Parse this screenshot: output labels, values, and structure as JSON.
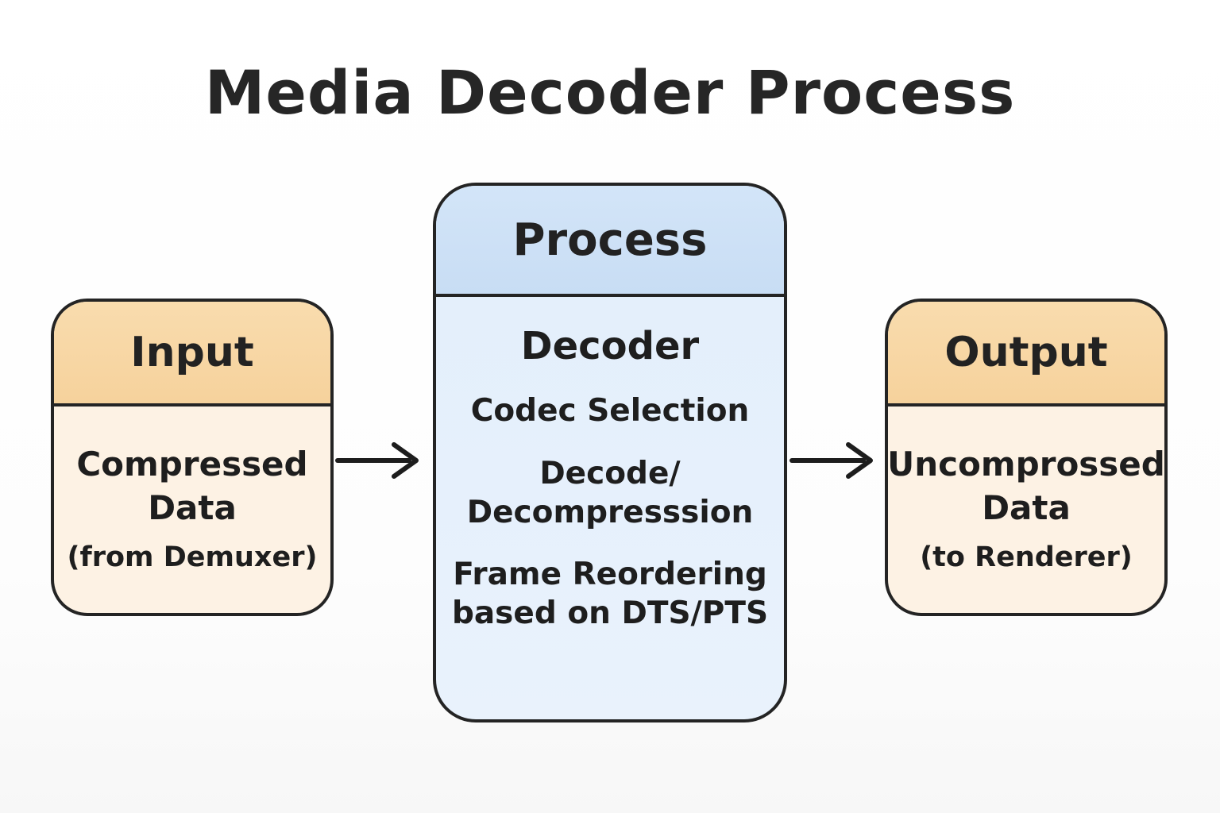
{
  "title": "Media Decoder Process",
  "input_box": {
    "header": "Input",
    "main": "Compressed Data",
    "sub": "(from Demuxer)"
  },
  "process_box": {
    "header": "Process",
    "subtitle": "Decoder",
    "items": [
      "Codec Selection",
      "Decode/\nDecompresssion",
      "Frame Reordering\nbased on DTS/PTS"
    ]
  },
  "output_box": {
    "header": "Output",
    "main": "Uncomprossed Data",
    "sub": "(to Renderer)"
  },
  "colors": {
    "io_header": "#f6d29c",
    "io_body": "#fdf2e4",
    "process_header": "#cde1f6",
    "process_body": "#e6f0fb",
    "border": "#242424",
    "arrow": "#1d1d1d",
    "background": "#ffffff",
    "text": "#1e1e1e"
  }
}
